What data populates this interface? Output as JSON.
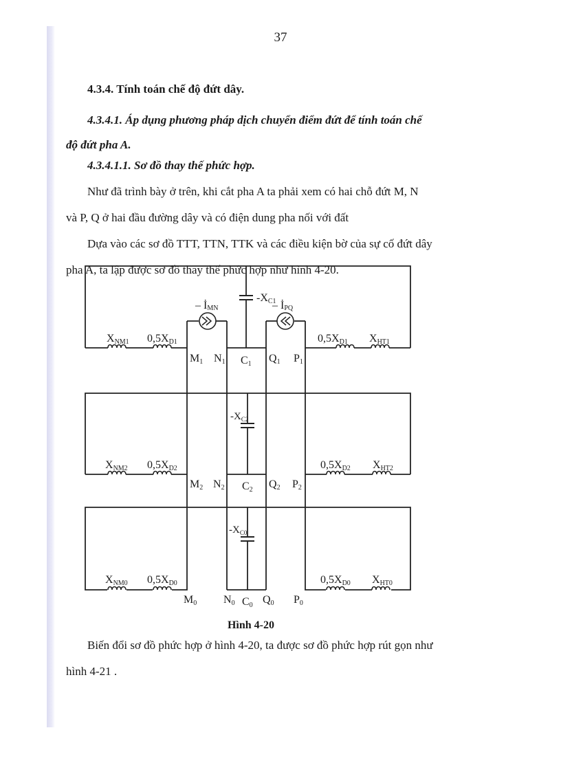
{
  "page": {
    "number": "37",
    "heading_1": "4.3.4. Tính toán chế độ đứt dây.",
    "heading_2_line1": "4.3.4.1. Áp dụng phương pháp dịch chuyển điểm đứt để tính toán chế",
    "heading_2_line2": "độ đứt pha A.",
    "heading_3": "4.3.4.1.1. Sơ đồ thay thế phức hợp.",
    "paragraph_1_line1": "Như đã trình bày ở trên, khi cắt pha A ta phải xem có hai chỗ đứt M, N",
    "paragraph_1_line2": "và P, Q ở hai đầu đường dây và có điện dung pha nối với đất",
    "paragraph_2_line1": "Dựa vào các sơ đồ TTT, TTN, TTK và các điều kiện bờ của sự cố đứt dây",
    "paragraph_2_line2": "pha A, ta lập được sơ đồ thay thế phức hợp như hình 4-20.",
    "figure_caption": "Hình 4-20",
    "paragraph_3_line1": "Biến đổi sơ đồ phức hợp ở hình 4-20, ta được sơ đồ phức hợp rút gọn như",
    "paragraph_3_line2": "hình 4-21 ."
  },
  "diagram": {
    "rows": [
      {
        "id": "positive",
        "left_inductor_1": {
          "main": "X",
          "sub": "NM1"
        },
        "left_inductor_2": {
          "main": "0,5X",
          "sub": "D1"
        },
        "right_inductor_1": {
          "main": "0,5X",
          "sub": "D1"
        },
        "right_inductor_2": {
          "main": "X",
          "sub": "HT1"
        },
        "capacitor": {
          "main": "-X",
          "sub": "C1"
        },
        "source_left": {
          "main": "– İ",
          "sub": "MN"
        },
        "source_right": {
          "main": "– İ",
          "sub": "PQ"
        },
        "nodes": {
          "M": {
            "main": "M",
            "sub": "1"
          },
          "N": {
            "main": "N",
            "sub": "1"
          },
          "C": {
            "main": "C",
            "sub": "1"
          },
          "Q": {
            "main": "Q",
            "sub": "1"
          },
          "P": {
            "main": "P",
            "sub": "1"
          }
        }
      },
      {
        "id": "negative",
        "left_inductor_1": {
          "main": "X",
          "sub": "NM2"
        },
        "left_inductor_2": {
          "main": "0,5X",
          "sub": "D2"
        },
        "right_inductor_1": {
          "main": "0,5X",
          "sub": "D2"
        },
        "right_inductor_2": {
          "main": "X",
          "sub": "HT2"
        },
        "capacitor": {
          "main": "-X",
          "sub": "C2"
        },
        "nodes": {
          "M": {
            "main": "M",
            "sub": "2"
          },
          "N": {
            "main": "N",
            "sub": "2"
          },
          "C": {
            "main": "C",
            "sub": "2"
          },
          "Q": {
            "main": "Q",
            "sub": "2"
          },
          "P": {
            "main": "P",
            "sub": "2"
          }
        }
      },
      {
        "id": "zero",
        "left_inductor_1": {
          "main": "X",
          "sub": "NM0"
        },
        "left_inductor_2": {
          "main": "0,5X",
          "sub": "D0"
        },
        "right_inductor_1": {
          "main": "0,5X",
          "sub": "D0"
        },
        "right_inductor_2": {
          "main": "X",
          "sub": "HT0"
        },
        "capacitor": {
          "main": "-X",
          "sub": "C0"
        },
        "nodes": {
          "M": {
            "main": "M",
            "sub": "0"
          },
          "N": {
            "main": "N",
            "sub": "0"
          },
          "C": {
            "main": "C",
            "sub": "0"
          },
          "Q": {
            "main": "Q",
            "sub": "0"
          },
          "P": {
            "main": "P",
            "sub": "0"
          }
        }
      }
    ]
  }
}
